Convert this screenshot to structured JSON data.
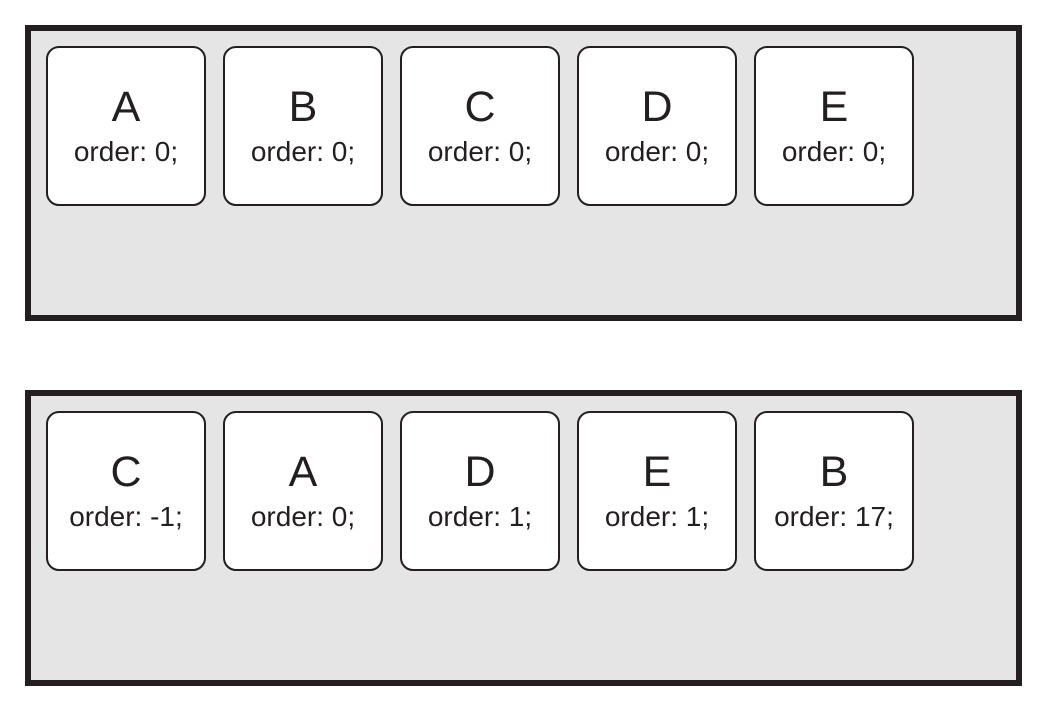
{
  "figure": {
    "topic": "CSS flexbox order property",
    "colors": {
      "page_background": "#ffffff",
      "container_fill": "#e5e5e6",
      "container_border": "#231f20",
      "box_fill": "#ffffff",
      "box_border": "#231f20",
      "text": "#231f20"
    },
    "containers": [
      {
        "name": "flex-container-source-order",
        "items": [
          {
            "label": "A",
            "declaration": "order: 0;"
          },
          {
            "label": "B",
            "declaration": "order: 0;"
          },
          {
            "label": "C",
            "declaration": "order: 0;"
          },
          {
            "label": "D",
            "declaration": "order: 0;"
          },
          {
            "label": "E",
            "declaration": "order: 0;"
          }
        ]
      },
      {
        "name": "flex-container-reordered",
        "items": [
          {
            "label": "C",
            "declaration": "order: -1;"
          },
          {
            "label": "A",
            "declaration": "order: 0;"
          },
          {
            "label": "D",
            "declaration": "order: 1;"
          },
          {
            "label": "E",
            "declaration": "order: 1;"
          },
          {
            "label": "B",
            "declaration": "order: 17;"
          }
        ]
      }
    ]
  }
}
